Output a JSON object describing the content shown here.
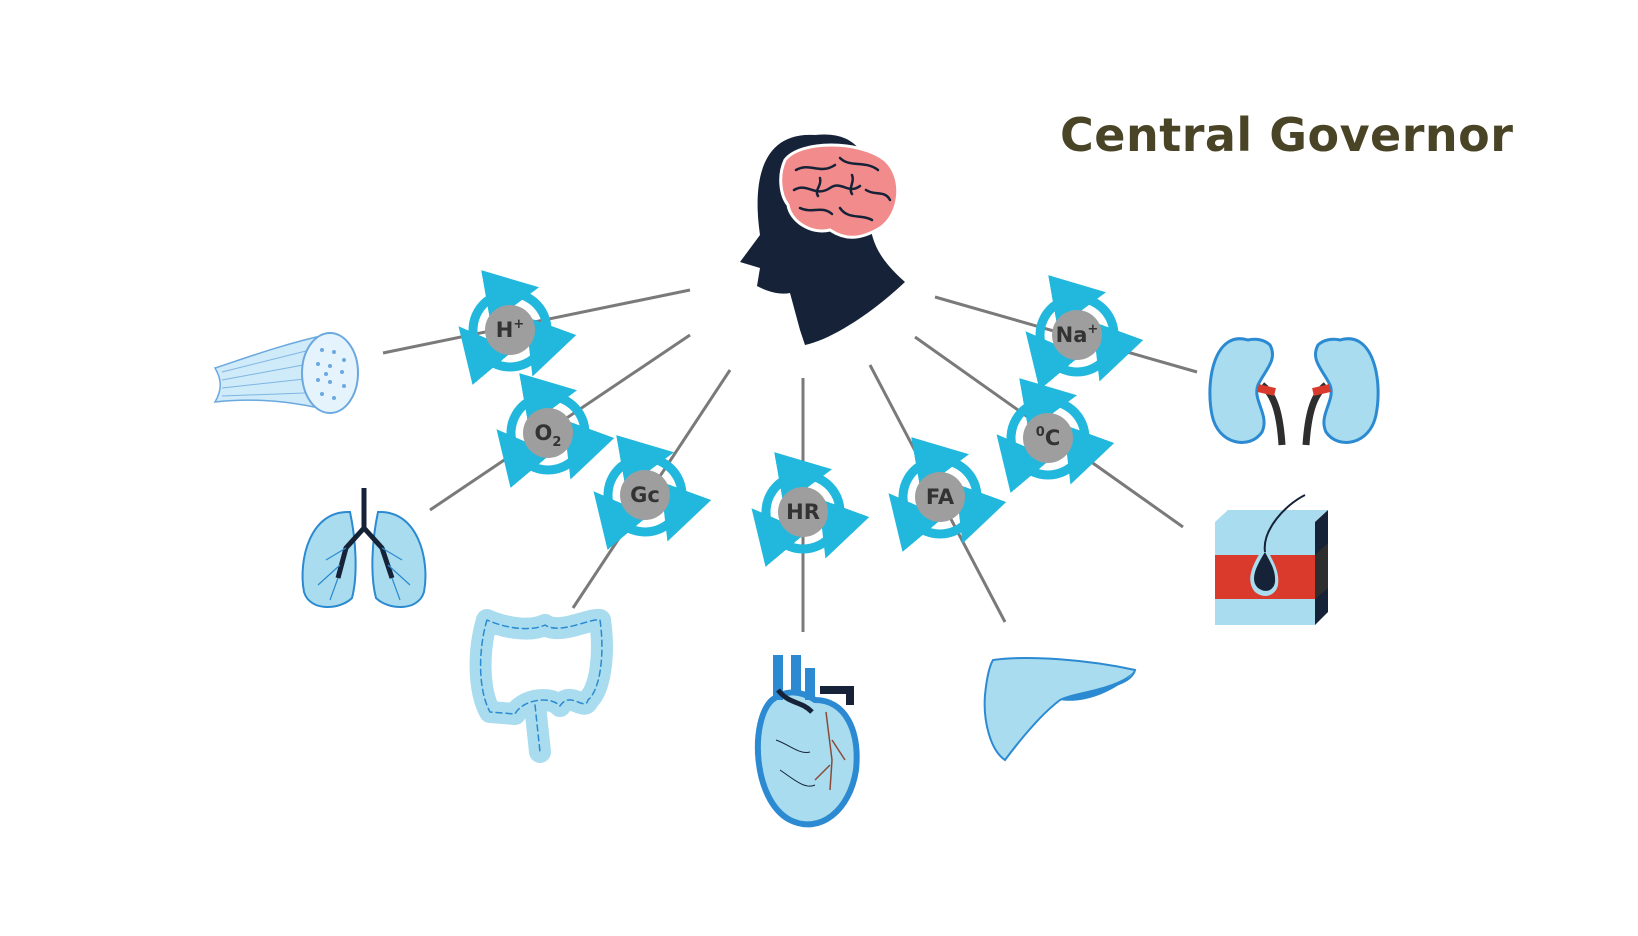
{
  "title": "Central Governor",
  "colors": {
    "title": "#4a4427",
    "head": "#152238",
    "brain": "#f28b8b",
    "cycle_arrow": "#22b8dd",
    "node_fill": "#9e9e9e",
    "line": "#7a7a7a",
    "organ_light": "#a9dcee",
    "organ_dark": "#2b8ad1"
  },
  "hub": {
    "icon": "head-with-brain-icon"
  },
  "nodes": [
    {
      "id": "h",
      "label": "H",
      "sup": "+",
      "sub": "",
      "organ": "muscle-fiber-icon"
    },
    {
      "id": "o2",
      "label": "O",
      "sup": "",
      "sub": "2",
      "organ": "lungs-icon"
    },
    {
      "id": "gc",
      "label": "Gc",
      "sup": "",
      "sub": "",
      "organ": "intestine-icon"
    },
    {
      "id": "hr",
      "label": "HR",
      "sup": "",
      "sub": "",
      "organ": "heart-icon"
    },
    {
      "id": "fa",
      "label": "FA",
      "sup": "",
      "sub": "",
      "organ": "liver-icon"
    },
    {
      "id": "temp",
      "label": "C",
      "pre_sup": "0",
      "sup": "",
      "sub": "",
      "organ": "skin-icon"
    },
    {
      "id": "na",
      "label": "Na",
      "sup": "+",
      "sub": "",
      "organ": "kidneys-icon"
    }
  ]
}
